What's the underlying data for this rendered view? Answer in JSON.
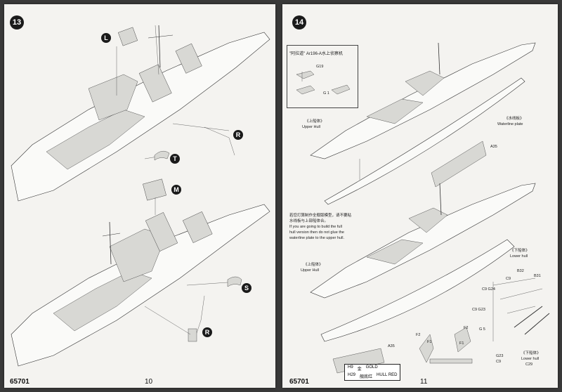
{
  "left_page": {
    "step": "13",
    "callouts": [
      "L",
      "R",
      "T",
      "M",
      "S",
      "R"
    ],
    "product_code": "65701",
    "page_number": "10"
  },
  "right_page": {
    "step": "14",
    "inset_title": "\"阿拉道\" Ar196-A水上侦察机",
    "inset_parts": [
      "G19",
      "G 1"
    ],
    "labels": {
      "upper_hull_1_cn": "《上船体》",
      "upper_hull_1_en": "Upper Hull",
      "waterline_cn": "《水线板》",
      "waterline_en": "Waterline plate",
      "a35_1": "A35",
      "note_cn_1": "若您打算制作全舰版模型，请不要粘",
      "note_cn_2": "水线板与上部船体合。",
      "note_en_1": "If you are going to build the full",
      "note_en_2": "hull version then do not glue the",
      "note_en_3": "waterline plate to the upper hull.",
      "lower_hull_cn": "《下船体》",
      "lower_hull_en": "Lower hull",
      "upper_hull_2_cn": "《上船体》",
      "upper_hull_2_en": "Upper Hull",
      "a35_2": "A35",
      "c9_g24": "C9 G24",
      "c9": "C9",
      "b32": "B32",
      "b31": "B31",
      "c9_g23": "C9  G23",
      "g5": "G 5",
      "f2_a": "F2",
      "f2_b": "F2",
      "f1_a": "F1",
      "f1_b": "F1",
      "g23_c9": "G23",
      "c9_b": "C9",
      "lower_hull_2_cn": "《下船体》",
      "lower_hull_2_en": "Lower hull",
      "c29": "C29"
    },
    "paint_table": [
      {
        "code": "H9",
        "cn": "金",
        "en": "GOLD"
      },
      {
        "code": "H29",
        "cn": "舰底红",
        "en": "HULL RED"
      }
    ],
    "product_code": "65701",
    "page_number": "11"
  }
}
